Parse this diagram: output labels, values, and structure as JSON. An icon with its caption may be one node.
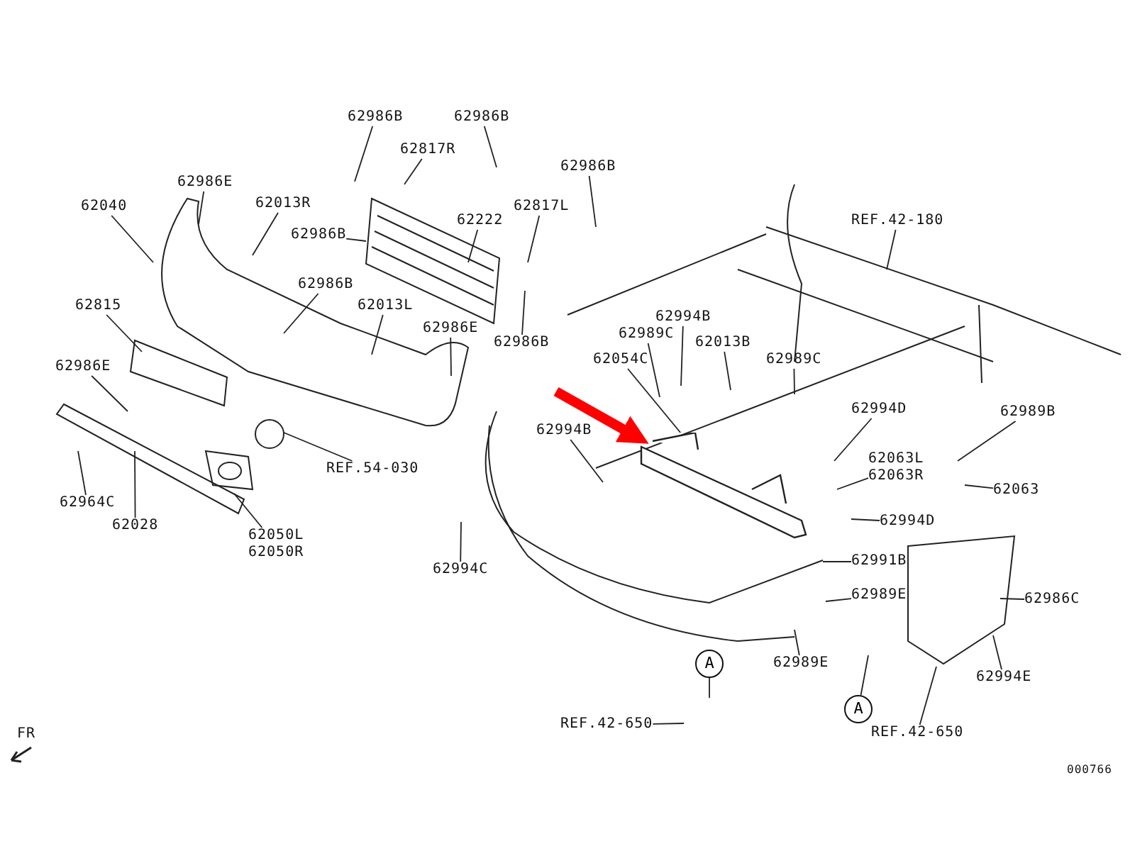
{
  "diagram": {
    "nodes": [
      {
        "text": [
          "62986B"
        ]
      },
      {
        "text": [
          "62986B"
        ]
      },
      {
        "text": [
          "62817R"
        ]
      },
      {
        "text": [
          "62986E"
        ]
      },
      {
        "text": [
          "62013R"
        ]
      },
      {
        "text": [
          "62040"
        ]
      },
      {
        "text": [
          "62986B"
        ]
      },
      {
        "text": [
          "62222"
        ]
      },
      {
        "text": [
          "62817L"
        ]
      },
      {
        "text": [
          "62986B"
        ]
      },
      {
        "text": [
          "62986B"
        ]
      },
      {
        "text": [
          "62013L"
        ]
      },
      {
        "text": [
          "62986E"
        ]
      },
      {
        "text": [
          "62815"
        ]
      },
      {
        "text": [
          "62986B"
        ]
      },
      {
        "text": [
          "62986E"
        ]
      },
      {
        "text": [
          "REF.54-030"
        ]
      },
      {
        "text": [
          "62964C"
        ]
      },
      {
        "text": [
          "62028"
        ]
      },
      {
        "text": [
          "62050L",
          "62050R"
        ]
      },
      {
        "text": [
          "REF.42-180"
        ]
      },
      {
        "text": [
          "62994B"
        ]
      },
      {
        "text": [
          "62989C"
        ]
      },
      {
        "text": [
          "62013B"
        ]
      },
      {
        "text": [
          "62054C"
        ]
      },
      {
        "text": [
          "62989C"
        ]
      },
      {
        "text": [
          "62994B"
        ]
      },
      {
        "text": [
          "62994D"
        ]
      },
      {
        "text": [
          "62989B"
        ]
      },
      {
        "text": [
          "62063L",
          "62063R"
        ]
      },
      {
        "text": [
          "62063"
        ]
      },
      {
        "text": [
          "62994D"
        ]
      },
      {
        "text": [
          "62994C"
        ]
      },
      {
        "text": [
          "62991B"
        ]
      },
      {
        "text": [
          "62989E"
        ]
      },
      {
        "text": [
          "62986C"
        ]
      },
      {
        "text": [
          "62989E"
        ]
      },
      {
        "text": [
          "62994E"
        ]
      },
      {
        "text": [
          "A"
        ]
      },
      {
        "text": [
          "REF.42-650"
        ]
      },
      {
        "text": [
          "A"
        ]
      },
      {
        "text": [
          "REF.42-650"
        ]
      },
      {
        "text": [],
        "shape": "picture"
      }
    ],
    "edges": [
      {
        "from": 0,
        "to": null,
        "arrow": "none"
      },
      {
        "from": 1,
        "to": null,
        "arrow": "none"
      },
      {
        "from": 2,
        "to": null,
        "arrow": "none"
      },
      {
        "from": 3,
        "to": null,
        "arrow": "none"
      },
      {
        "from": 4,
        "to": null,
        "arrow": "none"
      },
      {
        "from": 5,
        "to": null,
        "arrow": "none"
      },
      {
        "from": 6,
        "to": null,
        "arrow": "none"
      },
      {
        "from": 7,
        "to": null,
        "arrow": "none"
      },
      {
        "from": 8,
        "to": null,
        "arrow": "none"
      },
      {
        "from": 9,
        "to": null,
        "arrow": "none"
      },
      {
        "from": 10,
        "to": null,
        "arrow": "none"
      },
      {
        "from": 11,
        "to": null,
        "arrow": "none"
      },
      {
        "from": 12,
        "to": null,
        "arrow": "none"
      },
      {
        "from": 13,
        "to": null,
        "arrow": "none"
      },
      {
        "from": 14,
        "to": null,
        "arrow": "none"
      },
      {
        "from": 15,
        "to": null,
        "arrow": "none"
      },
      {
        "from": 16,
        "to": null,
        "arrow": "none"
      },
      {
        "from": 17,
        "to": null,
        "arrow": "none"
      },
      {
        "from": 18,
        "to": null,
        "arrow": "none"
      },
      {
        "from": 19,
        "to": null,
        "arrow": "none"
      },
      {
        "from": 20,
        "to": null,
        "arrow": "none"
      },
      {
        "from": 21,
        "to": null,
        "arrow": "none"
      },
      {
        "from": 22,
        "to": null,
        "arrow": "none"
      },
      {
        "from": 23,
        "to": null,
        "arrow": "none"
      },
      {
        "from": 24,
        "to": 42,
        "arrow": "none"
      },
      {
        "from": 25,
        "to": null,
        "arrow": "none"
      },
      {
        "from": 26,
        "to": null,
        "arrow": "none"
      },
      {
        "from": 27,
        "to": null,
        "arrow": "none"
      },
      {
        "from": 28,
        "to": null,
        "arrow": "none"
      },
      {
        "from": 29,
        "to": null,
        "arrow": "none"
      },
      {
        "from": 30,
        "to": null,
        "arrow": "none"
      },
      {
        "from": 31,
        "to": null,
        "arrow": "none"
      },
      {
        "from": 32,
        "to": null,
        "arrow": "none"
      },
      {
        "from": 33,
        "to": null,
        "arrow": "none"
      },
      {
        "from": 34,
        "to": null,
        "arrow": "none"
      },
      {
        "from": 35,
        "to": null,
        "arrow": "none"
      },
      {
        "from": 36,
        "to": null,
        "arrow": "none"
      },
      {
        "from": 37,
        "to": null,
        "arrow": "none"
      },
      {
        "from": 38,
        "to": null,
        "arrow": "none"
      },
      {
        "from": 39,
        "to": null,
        "arrow": "none"
      },
      {
        "from": 40,
        "to": null,
        "arrow": "none"
      },
      {
        "from": 41,
        "to": null,
        "arrow": "none"
      },
      {
        "from": null,
        "to": 42,
        "arrow": "to",
        "style": "thick",
        "color": "#ff0000"
      }
    ],
    "labels": [
      "FR",
      "000766"
    ]
  }
}
